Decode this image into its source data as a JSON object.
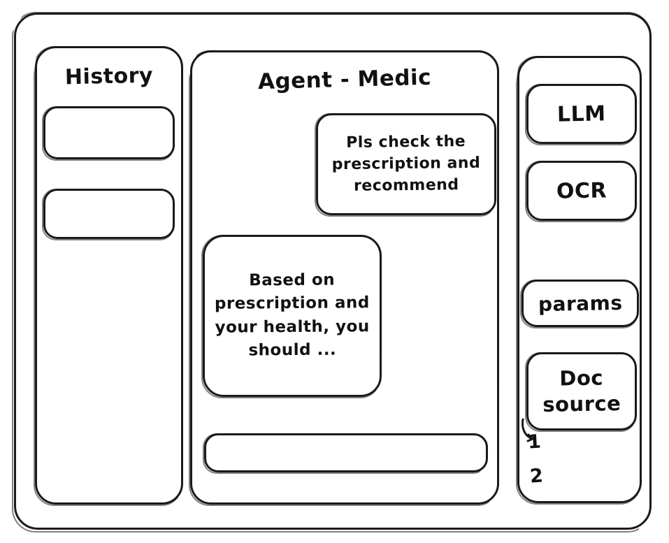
{
  "window": {
    "name": "agent-medic-wireframe"
  },
  "history": {
    "title": "History",
    "items": [
      {
        "label": ""
      },
      {
        "label": ""
      }
    ]
  },
  "agent": {
    "title": "Agent - Medic",
    "messages": [
      {
        "role": "user",
        "text": "Pls check the prescription and recommend"
      },
      {
        "role": "assistant",
        "text": "Based on prescription and your health, you should ..."
      }
    ],
    "composer": {
      "value": "",
      "placeholder": ""
    }
  },
  "tools": {
    "buttons": [
      {
        "label": "LLM"
      },
      {
        "label": "OCR"
      },
      {
        "label": "params"
      },
      {
        "label": "Doc source"
      }
    ],
    "doc_sources": [
      {
        "index": "1"
      },
      {
        "index": "2"
      }
    ]
  },
  "colors": {
    "ink": "#1a1a1a",
    "paper": "#ffffff"
  }
}
